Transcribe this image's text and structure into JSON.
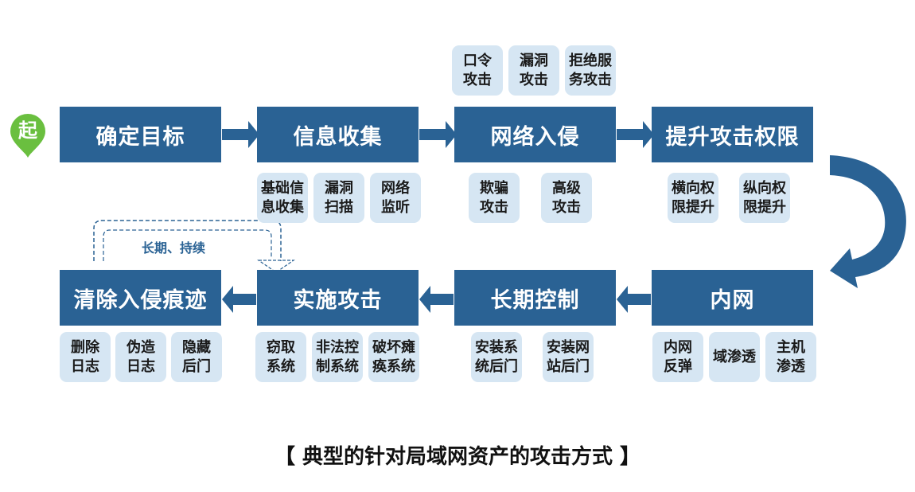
{
  "start_label": "起",
  "top_row": {
    "steps": [
      "确定目标",
      "信息收集",
      "网络入侵",
      "提升攻击权限"
    ]
  },
  "bottom_row": {
    "steps": [
      "清除入侵痕迹",
      "实施攻击",
      "长期控制",
      "内网"
    ]
  },
  "above_items": [
    "口令\n攻击",
    "漏洞\n攻击",
    "拒绝服\n务攻击"
  ],
  "top_subs": {
    "info": [
      "基础信\n息收集",
      "漏洞\n扫描",
      "网络\n监听"
    ],
    "intrusion": [
      "欺骗\n攻击",
      "高级\n攻击"
    ],
    "privilege": [
      "横向权\n限提升",
      "纵向权\n限提升"
    ]
  },
  "bottom_subs": {
    "clear": [
      "删除\n日志",
      "伪造\n日志",
      "隐藏\n后门"
    ],
    "attack": [
      "窃取\n系统",
      "非法控\n制系统",
      "破坏瘫\n痪系统"
    ],
    "control": [
      "安装系\n统后门",
      "安装网\n站后门"
    ],
    "intranet": [
      "内网\n反弹",
      "域渗透",
      "主机\n渗透"
    ]
  },
  "loop_label": "长期、持续",
  "caption": "【 典型的针对局域网资产的攻击方式 】",
  "colors": {
    "main": "#2a6294",
    "sub": "#d6e6f3",
    "start": "#6abf3f"
  }
}
